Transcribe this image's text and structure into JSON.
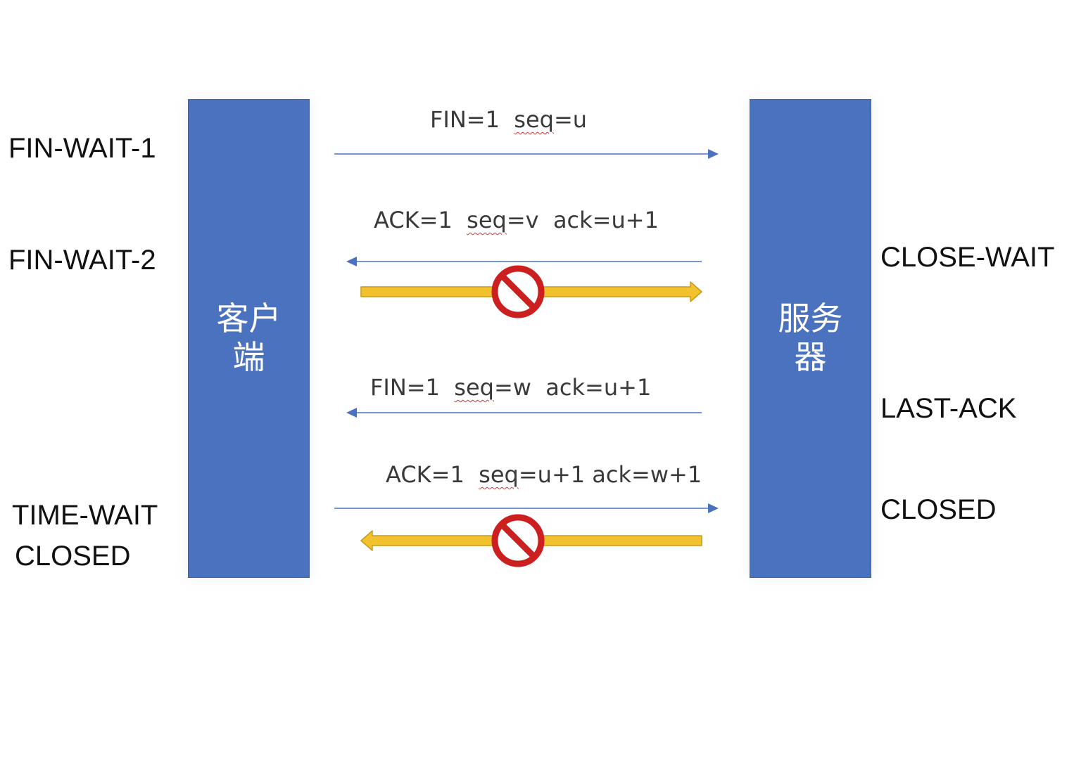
{
  "client": {
    "label_line1": "客户",
    "label_line2": "端",
    "states": [
      "FIN-WAIT-1",
      "FIN-WAIT-2",
      "TIME-WAIT",
      "CLOSED"
    ]
  },
  "server": {
    "label_line1": "服务",
    "label_line2": "器",
    "states": [
      "CLOSE-WAIT",
      "LAST-ACK",
      "CLOSED"
    ]
  },
  "messages": [
    {
      "pre": "FIN=1  ",
      "seq": "seq",
      "post": "=u",
      "direction": "client-to-server"
    },
    {
      "pre": "ACK=1  ",
      "seq": "seq",
      "post": "=v  ack=u+1",
      "direction": "server-to-client"
    },
    {
      "pre": "FIN=1  ",
      "seq": "seq",
      "post": "=w  ack=u+1",
      "direction": "server-to-client"
    },
    {
      "pre": "ACK=1  ",
      "seq": "seq",
      "post": "=u+1 ack=w+1",
      "direction": "client-to-server"
    }
  ],
  "blocked_flows": [
    {
      "direction": "client-to-server",
      "icon": "prohibited-icon"
    },
    {
      "direction": "server-to-client",
      "icon": "prohibited-icon"
    }
  ],
  "colors": {
    "pillar": "#4a72bf",
    "arrow_line": "#4a72bf",
    "blocked_arrow_fill": "#f2c12e",
    "blocked_arrow_stroke": "#c99a18",
    "prohibited": "#cc1f1f"
  }
}
